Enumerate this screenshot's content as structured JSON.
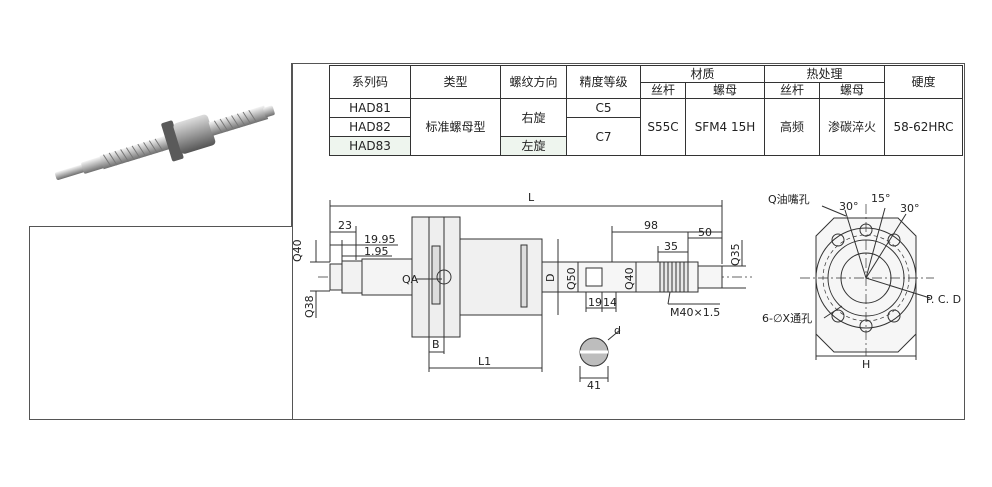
{
  "table": {
    "headers": {
      "series_code": "系列码",
      "type": "类型",
      "thread_direction": "螺纹方向",
      "accuracy_grade": "精度等级",
      "material": "材质",
      "heat_treatment": "热处理",
      "hardness": "硬度",
      "screw": "丝杆",
      "nut": "螺母"
    },
    "rows": [
      {
        "code": "HAD81"
      },
      {
        "code": "HAD82"
      },
      {
        "code": "HAD83"
      }
    ],
    "type_value": "标准螺母型",
    "direction_right": "右旋",
    "direction_left": "左旋",
    "grade_c5": "C5",
    "grade_c7": "C7",
    "material_screw": "S55C",
    "material_nut": "SFM4 15H",
    "heat_screw": "高频",
    "heat_nut": "渗碳淬火",
    "hardness_value": "58-62HRC"
  },
  "drawing": {
    "L": "L",
    "dim_23": "23",
    "dim_19_95": "19.95",
    "dim_1_95": "1.95",
    "dim_q40_left": "Q40",
    "dim_q38": "Q38",
    "dim_qa": "QA",
    "dim_d": "D",
    "dim_q50": "Q50",
    "dim_19": "19",
    "dim_14": "14",
    "dim_q40_right": "Q40",
    "dim_98": "98",
    "dim_35": "35",
    "dim_50": "50",
    "dim_q35": "Q35",
    "thread_m40": "M40×1.5",
    "dim_b": "B",
    "dim_l1": "L1",
    "dim_41": "41",
    "dim_small_d": "d",
    "oil_hole": "Q油嘴孔",
    "angle_30a": "30°",
    "angle_15": "15°",
    "angle_30b": "30°",
    "pcd": "P. C. D",
    "through_holes": "6-∅X通孔",
    "dim_h": "H"
  }
}
